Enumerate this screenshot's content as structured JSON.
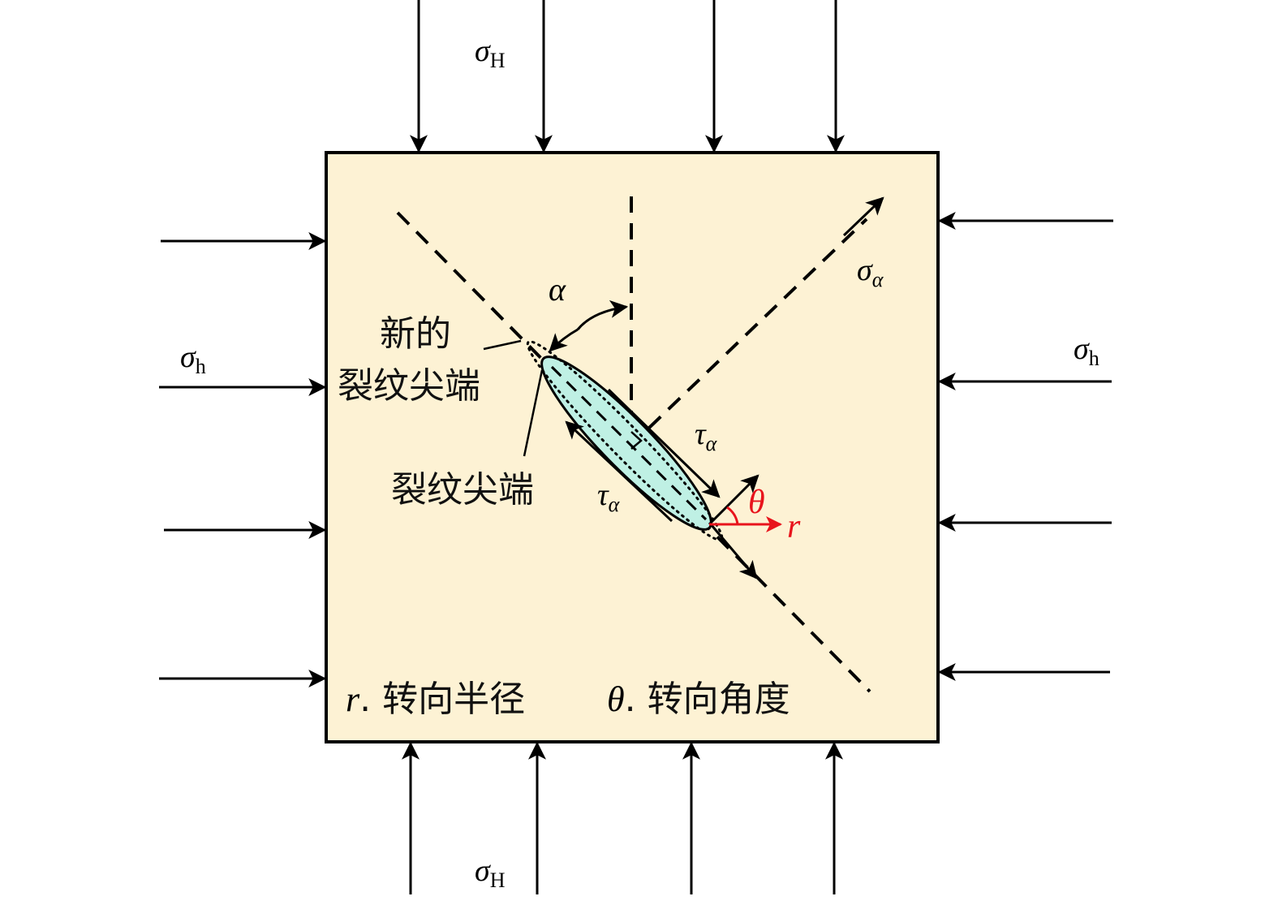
{
  "colors": {
    "specimen_fill": "#fdf2d4",
    "crack_fill": "#bff0e4",
    "ink": "#000000",
    "accent": "#e8141c"
  },
  "labels": {
    "sigma_H_sym": "σ",
    "sigma_H_sub": "H",
    "sigma_h_sym": "σ",
    "sigma_h_sub": "h",
    "sigma_a_sym": "σ",
    "sigma_a_sub": "α",
    "tau_sym": "τ",
    "tau_sub": "α",
    "alpha": "α",
    "theta": "θ",
    "r": "r",
    "new_tip_line1": "新的",
    "new_tip_line2": "裂纹尖端",
    "crack_tip": "裂纹尖端"
  },
  "legend": {
    "r_symbol": "r",
    "r_text": ". 转向半径",
    "theta_symbol": "θ",
    "theta_text": ". 转向角度"
  }
}
